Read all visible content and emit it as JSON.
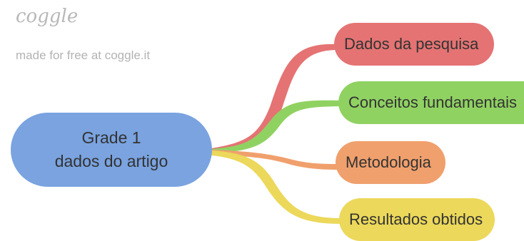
{
  "watermark": {
    "logo": "coggle",
    "tagline": "made for free at coggle.it"
  },
  "central_node": {
    "line1": "Grade 1",
    "line2": "dados do artigo",
    "color": "#7aa3e0"
  },
  "branches": [
    {
      "label": "Dados da pesquisa",
      "color": "#e57373"
    },
    {
      "label": "Conceitos fundamentais",
      "color": "#90d262"
    },
    {
      "label": "Metodologia",
      "color": "#f0a06d"
    },
    {
      "label": "Resultados obtidos",
      "color": "#ecd85a"
    }
  ]
}
